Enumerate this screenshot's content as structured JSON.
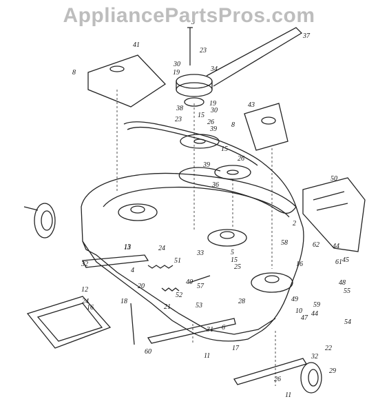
{
  "watermark": "AppliancePartsPros.com",
  "diagram": {
    "type": "exploded parts diagram",
    "callouts": [
      "3",
      "23",
      "37",
      "30",
      "19",
      "34",
      "41",
      "8",
      "38",
      "19",
      "30",
      "23",
      "15",
      "26",
      "39",
      "43",
      "8",
      "15",
      "26",
      "39",
      "36",
      "50",
      "2",
      "24",
      "13",
      "51",
      "33",
      "5",
      "15",
      "58",
      "62",
      "44",
      "61",
      "45",
      "16",
      "48",
      "55",
      "32",
      "13",
      "20",
      "4",
      "40",
      "57",
      "52",
      "53",
      "25",
      "28",
      "49",
      "10",
      "47",
      "44",
      "59",
      "54",
      "12",
      "24",
      "16",
      "21",
      "18",
      "6",
      "31",
      "17",
      "11",
      "60",
      "22",
      "29",
      "32",
      "26",
      "11"
    ]
  }
}
